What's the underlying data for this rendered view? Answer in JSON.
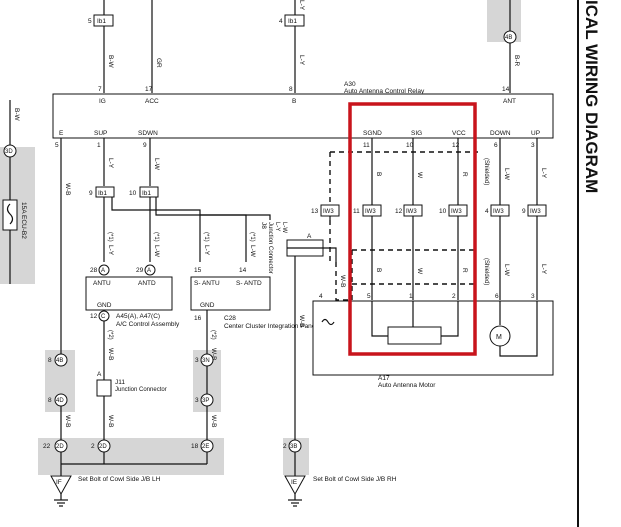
{
  "page_title": "ICAL WIRING DIAGRAM",
  "top_connectors": {
    "left": "Ib1",
    "mid": "Ib1",
    "right": "4B"
  },
  "top_connector_pins": {
    "left": "5",
    "mid": "4"
  },
  "top_wires": {
    "w1": "B-W",
    "w2": "GR",
    "w3": "L-Y",
    "w4": "B-R",
    "w5": "L-Y"
  },
  "relay": {
    "id": "A30",
    "name": "Auto Antenna Control Relay",
    "top_pins": [
      {
        "num": "7",
        "label": "IG"
      },
      {
        "num": "17",
        "label": "ACC"
      },
      {
        "num": "8",
        "label": "B"
      },
      {
        "num": "14",
        "label": "ANT"
      }
    ],
    "bottom_pins": [
      {
        "num": "5",
        "label": "E"
      },
      {
        "num": "1",
        "label": "SUP"
      },
      {
        "num": "9",
        "label": "SDWN"
      },
      {
        "num": "11",
        "label": "SGND"
      },
      {
        "num": "10",
        "label": "SIG"
      },
      {
        "num": "12",
        "label": "VCC"
      },
      {
        "num": "6",
        "label": "DOWN"
      },
      {
        "num": "3",
        "label": "UP"
      }
    ]
  },
  "left_side": {
    "wire": "B-W",
    "connector": "3D",
    "fuse": "15A ECU-B2"
  },
  "wires_mid": {
    "sup": "L-Y",
    "sdwn": "L-W",
    "e": "W-B",
    "sgnd": "B",
    "sig": "W",
    "vcc": "R",
    "down": "L-W",
    "up": "L-Y",
    "shielded": "(Shielded)"
  },
  "iw3_connectors": [
    {
      "pin": "13",
      "label": "IW3"
    },
    {
      "pin": "11",
      "label": "IW3"
    },
    {
      "pin": "12",
      "label": "IW3"
    },
    {
      "pin": "10",
      "label": "IW3"
    },
    {
      "pin": "4",
      "label": "IW3"
    },
    {
      "pin": "9",
      "label": "IW3"
    }
  ],
  "ib1_lower": [
    {
      "pin": "9",
      "label": "Ib1"
    },
    {
      "pin": "10",
      "label": "Ib1"
    }
  ],
  "a45": {
    "id": "A45(A), A47(C)",
    "name": "A/C Control Assembly",
    "pins": [
      {
        "num": "28",
        "tag": "A",
        "label": "ANTU"
      },
      {
        "num": "29",
        "tag": "A",
        "label": "ANTD"
      }
    ],
    "gnd": {
      "num": "12",
      "tag": "C",
      "label": "GND"
    },
    "wires": {
      "antu": "L-Y",
      "antd": "L-W",
      "gnd": "W-B"
    },
    "wire_codes": {
      "antu": "(*1)",
      "antd": "(*1)",
      "gnd": "(*2)"
    }
  },
  "c28": {
    "id": "C28",
    "name": "Center Cluster Integration Panel",
    "pins": [
      {
        "num": "15",
        "label": "S- ANTU"
      },
      {
        "num": "14",
        "label": "S- ANTD"
      }
    ],
    "gnd": {
      "num": "16",
      "label": "GND"
    },
    "wires": {
      "antu": "L-Y",
      "antd": "L-W",
      "gnd": "W-B"
    },
    "wire_codes": {
      "antu": "(*1)",
      "antd": "(*1)",
      "gnd": "(*2)"
    }
  },
  "j8": {
    "id": "J8",
    "name": "Junction Connector",
    "wire_top": "L-Y",
    "wire_bottom": "L-W"
  },
  "a17": {
    "id": "A17",
    "name": "Auto Antenna Motor",
    "pins": [
      "4",
      "5",
      "1",
      "2",
      "6",
      "3"
    ],
    "wires": {
      "e": "W-B",
      "b": "B",
      "w": "W",
      "r": "R",
      "lw": "L-W",
      "ly": "L-Y"
    },
    "motor_symbol": "M"
  },
  "j11": {
    "id": "J11",
    "name": "Junction Connector",
    "pin": "A"
  },
  "bottom_connectors": {
    "left": [
      {
        "pin": "8",
        "label": "4B"
      },
      {
        "pin": "8",
        "label": "4D"
      }
    ],
    "right": [
      {
        "pin": "3",
        "label": "3N"
      },
      {
        "pin": "3",
        "label": "3P"
      }
    ],
    "gnd_row": [
      {
        "pin": "22",
        "label": "2D"
      },
      {
        "pin": "2",
        "label": "2D"
      },
      {
        "pin": "18",
        "label": "2E"
      }
    ],
    "rh": {
      "pin": "2",
      "label": "3B"
    }
  },
  "ground_points": [
    {
      "tag": "IF",
      "text": "Set Bolt of Cowl Side J/B LH"
    },
    {
      "tag": "IE",
      "text": "Set Bolt of Cowl Side J/B RH"
    }
  ],
  "wires_bottom": {
    "a": "W-B",
    "b": "W-B",
    "c": "W-B",
    "d": "W-B",
    "e": "W-B"
  },
  "highlight_color": "#c8141c"
}
